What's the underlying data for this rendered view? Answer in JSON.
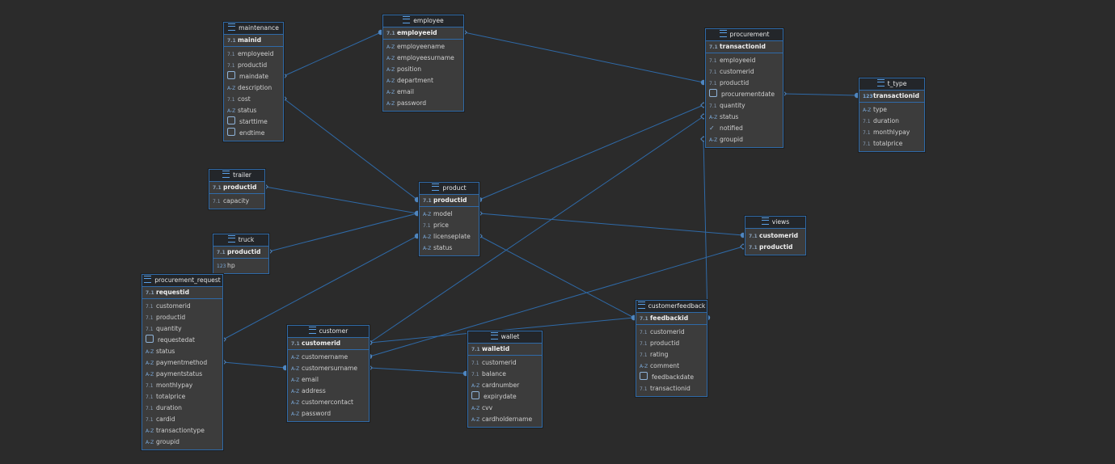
{
  "diagram": {
    "tables": [
      {
        "id": "maintenance",
        "name": "maintenance",
        "pk": {
          "name": "mainid",
          "icon": "num"
        },
        "columns": [
          {
            "name": "employeeid",
            "icon": "num"
          },
          {
            "name": "productid",
            "icon": "num"
          },
          {
            "name": "maindate",
            "icon": "date"
          },
          {
            "name": "description",
            "icon": "text"
          },
          {
            "name": "cost",
            "icon": "num"
          },
          {
            "name": "status",
            "icon": "text"
          },
          {
            "name": "starttime",
            "icon": "date"
          },
          {
            "name": "endtime",
            "icon": "date"
          }
        ]
      },
      {
        "id": "employee",
        "name": "employee",
        "pk": {
          "name": "employeeid",
          "icon": "num"
        },
        "columns": [
          {
            "name": "employeename",
            "icon": "text"
          },
          {
            "name": "employeesurname",
            "icon": "text"
          },
          {
            "name": "position",
            "icon": "text"
          },
          {
            "name": "department",
            "icon": "text"
          },
          {
            "name": "email",
            "icon": "text"
          },
          {
            "name": "password",
            "icon": "text"
          }
        ]
      },
      {
        "id": "procurement",
        "name": "procurement",
        "pk": {
          "name": "transactionid",
          "icon": "num"
        },
        "columns": [
          {
            "name": "employeeid",
            "icon": "num"
          },
          {
            "name": "customerid",
            "icon": "num"
          },
          {
            "name": "productid",
            "icon": "num"
          },
          {
            "name": "procurementdate",
            "icon": "date"
          },
          {
            "name": "quantity",
            "icon": "num"
          },
          {
            "name": "status",
            "icon": "text"
          },
          {
            "name": "notified",
            "icon": "bool"
          },
          {
            "name": "groupid",
            "icon": "text"
          }
        ]
      },
      {
        "id": "t_type",
        "name": "t_type",
        "pk": {
          "name": "transactionid",
          "icon": "int"
        },
        "columns": [
          {
            "name": "type",
            "icon": "text"
          },
          {
            "name": "duration",
            "icon": "num"
          },
          {
            "name": "monthlypay",
            "icon": "num"
          },
          {
            "name": "totalprice",
            "icon": "num"
          }
        ]
      },
      {
        "id": "trailer",
        "name": "trailer",
        "pk": {
          "name": "productid",
          "icon": "num"
        },
        "columns": [
          {
            "name": "capacity",
            "icon": "num"
          }
        ]
      },
      {
        "id": "product",
        "name": "product",
        "pk": {
          "name": "productid",
          "icon": "num"
        },
        "columns": [
          {
            "name": "model",
            "icon": "text"
          },
          {
            "name": "price",
            "icon": "num"
          },
          {
            "name": "licenseplate",
            "icon": "text"
          },
          {
            "name": "status",
            "icon": "text"
          }
        ]
      },
      {
        "id": "truck",
        "name": "truck",
        "pk": {
          "name": "productid",
          "icon": "num"
        },
        "columns": [
          {
            "name": "hp",
            "icon": "int"
          }
        ]
      },
      {
        "id": "views",
        "name": "views",
        "pk": null,
        "columns": [
          {
            "name": "customerid",
            "icon": "num",
            "bold": true
          },
          {
            "name": "productid",
            "icon": "num",
            "bold": true
          }
        ]
      },
      {
        "id": "procurement_request",
        "name": "procurement_request",
        "pk": {
          "name": "requestid",
          "icon": "num"
        },
        "columns": [
          {
            "name": "customerid",
            "icon": "num"
          },
          {
            "name": "productid",
            "icon": "num"
          },
          {
            "name": "quantity",
            "icon": "num"
          },
          {
            "name": "requestedat",
            "icon": "date"
          },
          {
            "name": "status",
            "icon": "text"
          },
          {
            "name": "paymentmethod",
            "icon": "text"
          },
          {
            "name": "paymentstatus",
            "icon": "text"
          },
          {
            "name": "monthlypay",
            "icon": "num"
          },
          {
            "name": "totalprice",
            "icon": "num"
          },
          {
            "name": "duration",
            "icon": "num"
          },
          {
            "name": "cardid",
            "icon": "num"
          },
          {
            "name": "transactiontype",
            "icon": "text"
          },
          {
            "name": "groupid",
            "icon": "text"
          }
        ]
      },
      {
        "id": "customer",
        "name": "customer",
        "pk": {
          "name": "customerid",
          "icon": "num"
        },
        "columns": [
          {
            "name": "customername",
            "icon": "text"
          },
          {
            "name": "customersurname",
            "icon": "text"
          },
          {
            "name": "email",
            "icon": "text"
          },
          {
            "name": "address",
            "icon": "text"
          },
          {
            "name": "customercontact",
            "icon": "text"
          },
          {
            "name": "password",
            "icon": "text"
          }
        ]
      },
      {
        "id": "wallet",
        "name": "wallet",
        "pk": {
          "name": "walletid",
          "icon": "num"
        },
        "columns": [
          {
            "name": "customerid",
            "icon": "num"
          },
          {
            "name": "balance",
            "icon": "num"
          },
          {
            "name": "cardnumber",
            "icon": "text"
          },
          {
            "name": "expirydate",
            "icon": "date"
          },
          {
            "name": "cvv",
            "icon": "text"
          },
          {
            "name": "cardholdername",
            "icon": "text"
          }
        ]
      },
      {
        "id": "customerfeedback",
        "name": "customerfeedback",
        "pk": {
          "name": "feedbackid",
          "icon": "num"
        },
        "columns": [
          {
            "name": "customerid",
            "icon": "num"
          },
          {
            "name": "productid",
            "icon": "num"
          },
          {
            "name": "rating",
            "icon": "num"
          },
          {
            "name": "comment",
            "icon": "text"
          },
          {
            "name": "feedbackdate",
            "icon": "date"
          },
          {
            "name": "transactionid",
            "icon": "num"
          }
        ]
      }
    ],
    "relationships": [
      {
        "from": "maintenance.maindate",
        "to": "employee.employeeid"
      },
      {
        "from": "maintenance.cost",
        "to": "product.productid"
      },
      {
        "from": "employee.employeeid",
        "to": "procurement.productid"
      },
      {
        "from": "procurement.procurementdate",
        "to": "t_type.transactionid"
      },
      {
        "from": "procurement.quantity",
        "to": "product.productid"
      },
      {
        "from": "procurement.status",
        "to": "customer.customerid"
      },
      {
        "from": "procurement.groupid",
        "to": "customerfeedback.feedbackid"
      },
      {
        "from": "trailer.productid",
        "to": "product.model"
      },
      {
        "from": "truck.productid",
        "to": "product.model"
      },
      {
        "from": "product.model",
        "to": "views.customerid"
      },
      {
        "from": "product.licenseplate",
        "to": "customerfeedback.feedbackid"
      },
      {
        "from": "views.productid",
        "to": "customer.customername"
      },
      {
        "from": "procurement_request.requestedat",
        "to": "product.licenseplate"
      },
      {
        "from": "procurement_request.paymentmethod",
        "to": "customer.customersurname"
      },
      {
        "from": "customer.customerid",
        "to": "customerfeedback.feedbackid"
      },
      {
        "from": "customer.customersurname",
        "to": "wallet.balance"
      }
    ]
  }
}
